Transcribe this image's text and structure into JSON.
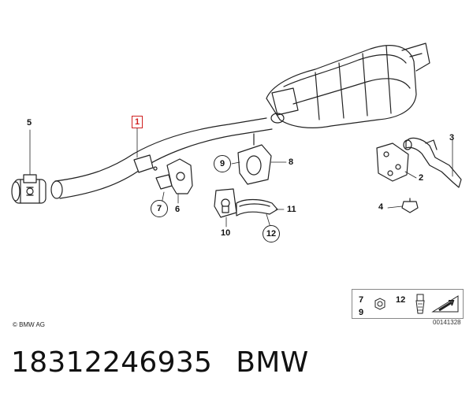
{
  "callouts": {
    "c1": "1",
    "c2": "2",
    "c3": "3",
    "c4": "4",
    "c5": "5",
    "c6": "6",
    "c7": "7",
    "c8": "8",
    "c9": "9",
    "c10": "10",
    "c11": "11",
    "c12": "12"
  },
  "legend": {
    "l7": "7",
    "l9": "9",
    "l12": "12"
  },
  "copyright": "© BMW AG",
  "doc_number": "00141328",
  "caption": {
    "part_number": "18312246935",
    "brand": "BMW"
  },
  "colors": {
    "line": "#222222",
    "highlight": "#d02020"
  }
}
